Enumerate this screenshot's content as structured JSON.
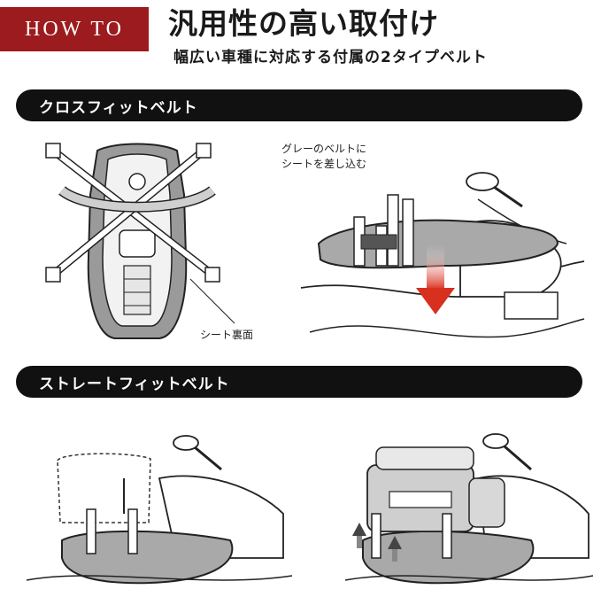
{
  "header": {
    "badge": "HOW TO",
    "title": "汎用性の高い取付け",
    "subtitle": "幅広い車種に対応する付属の2タイプベルト"
  },
  "section1": {
    "label": "クロスフィットベルト",
    "note_line1": "グレーのベルトに",
    "note_line2": "シートを差し込む",
    "seat_label": "シート裏面"
  },
  "section2": {
    "label": "ストレートフィットベルト"
  },
  "colors": {
    "badge_red": "#9b1b1e",
    "bar_black": "#111111",
    "arrow_red": "#d8301f",
    "seat_gray": "#a9a9a9"
  }
}
